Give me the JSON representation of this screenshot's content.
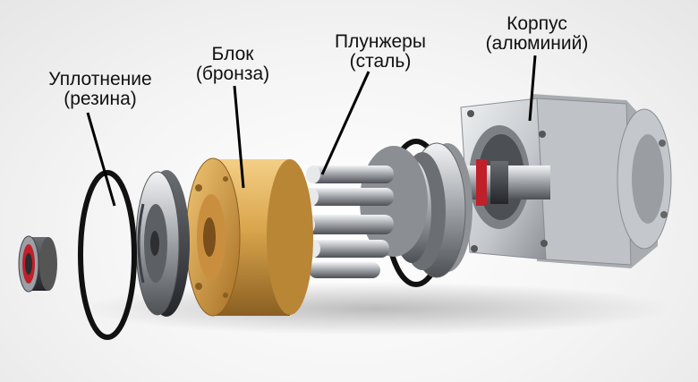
{
  "labels": {
    "seal": {
      "line1": "Уплотнение",
      "line2": "(резина)"
    },
    "block": {
      "line1": "Блок",
      "line2": "(бронза)"
    },
    "plungers": {
      "line1": "Плунжеры",
      "line2": "(сталь)"
    },
    "housing": {
      "line1": "Корпус",
      "line2": "(алюминий)"
    }
  },
  "colors": {
    "bronze": "#d9a54c",
    "steel": "#b9bcc0",
    "aluminium": "#cfd2d5",
    "rubber": "#111111",
    "bearing_seal": "#c0202a"
  }
}
